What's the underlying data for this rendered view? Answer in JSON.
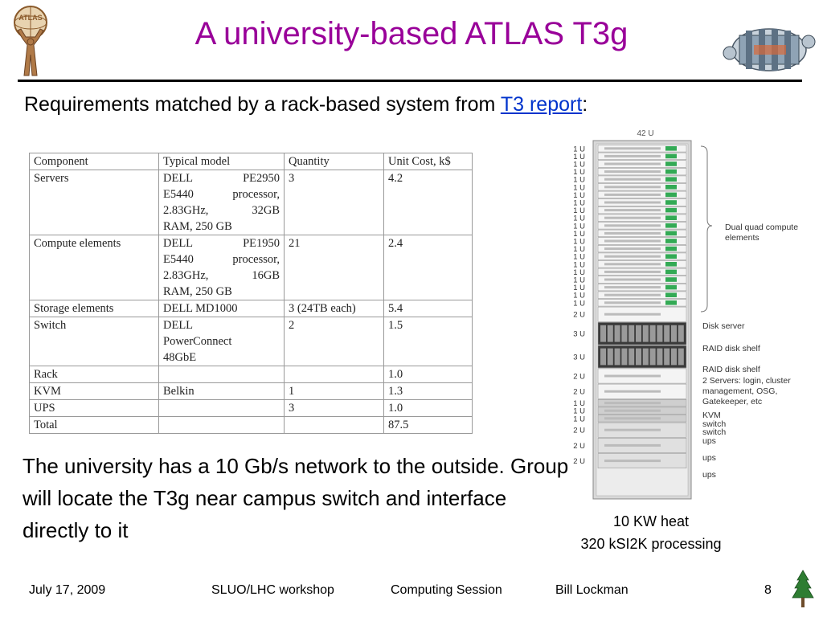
{
  "slide": {
    "title": "A university-based ATLAS T3g",
    "subtitle_prefix": "Requirements matched by a rack-based system from ",
    "subtitle_link": "T3 report",
    "subtitle_suffix": ":",
    "logo_text": "ATLAS",
    "paragraph": "The university has a 10 Gb/s network to the outside. Group will locate the T3g near campus switch and interface directly to it",
    "caption_line1": "10 KW heat",
    "caption_line2": "320 kSI2K processing"
  },
  "table": {
    "headers": [
      "Component",
      "Typical model",
      "Quantity",
      "Unit Cost, k$"
    ],
    "rows": [
      {
        "component": "Servers",
        "model": [
          "DELL PE2950",
          "E5440 processor,",
          "2.83GHz, 32GB",
          "RAM, 250 GB"
        ],
        "quantity": "3",
        "cost": "4.2"
      },
      {
        "component": "Compute elements",
        "model": [
          "DELL PE1950",
          "E5440 processor,",
          "2.83GHz, 16GB",
          "RAM, 250 GB"
        ],
        "quantity": "21",
        "cost": "2.4"
      },
      {
        "component": "Storage elements",
        "model": [
          "DELL MD1000"
        ],
        "quantity": "3 (24TB each)",
        "cost": "5.4"
      },
      {
        "component": "Switch",
        "model": [
          "DELL",
          "PowerConnect",
          "48GbE"
        ],
        "quantity": "2",
        "cost": "1.5"
      },
      {
        "component": "Rack",
        "model": [
          ""
        ],
        "quantity": "",
        "cost": "1.0"
      },
      {
        "component": "KVM",
        "model": [
          "Belkin"
        ],
        "quantity": "1",
        "cost": "1.3"
      },
      {
        "component": "UPS",
        "model": [
          ""
        ],
        "quantity": "3",
        "cost": "1.0"
      },
      {
        "component": "Total",
        "model": [
          ""
        ],
        "quantity": "",
        "cost": "87.5"
      }
    ]
  },
  "rack": {
    "top_label": "42 U",
    "units": [
      "1 U",
      "1 U",
      "1 U",
      "1 U",
      "1 U",
      "1 U",
      "1 U",
      "1 U",
      "1 U",
      "1 U",
      "1 U",
      "1 U",
      "1 U",
      "1 U",
      "1 U",
      "1 U",
      "1 U",
      "1 U",
      "1 U",
      "1 U",
      "1 U",
      "2 U",
      "3 U",
      "3 U",
      "2 U",
      "2 U",
      "1 U",
      "1 U",
      "1 U",
      "2 U",
      "2 U",
      "2 U"
    ],
    "callout_compute_1": "Dual quad compute",
    "callout_compute_2": "elements",
    "callout_disk_server": "Disk server",
    "callout_raid_1": "RAID disk shelf",
    "callout_raid_2": "RAID disk shelf",
    "callout_servers_1": "2 Servers: login, cluster",
    "callout_servers_2": "management, OSG,",
    "callout_servers_3": "Gatekeeper, etc",
    "callout_kvm": "KVM",
    "callout_switch_1": "switch",
    "callout_switch_2": "switch",
    "callout_ups_1": "ups",
    "callout_ups_2": "ups",
    "callout_ups_3": "ups"
  },
  "footer": {
    "date": "July 17, 2009",
    "workshop": "SLUO/LHC workshop",
    "session": "Computing Session",
    "author": "Bill Lockman",
    "page": "8"
  },
  "colors": {
    "title": "#990099",
    "link": "#0033cc",
    "rack_led": "#33aa55",
    "tree": "#2e7d32"
  }
}
